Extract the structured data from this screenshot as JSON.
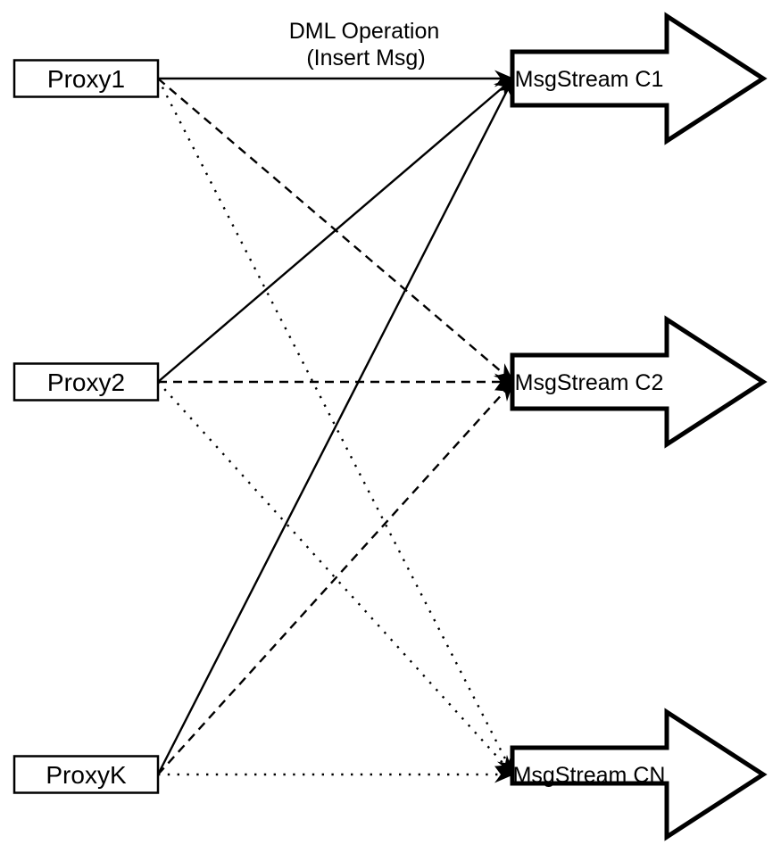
{
  "title": {
    "line1": "DML Operation",
    "line2": "(Insert Msg)"
  },
  "proxies": [
    {
      "id": "proxy1",
      "label": "Proxy1"
    },
    {
      "id": "proxy2",
      "label": "Proxy2"
    },
    {
      "id": "proxyk",
      "label": "ProxyK"
    }
  ],
  "streams": [
    {
      "id": "c1",
      "label": "MsgStream C1"
    },
    {
      "id": "c2",
      "label": "MsgStream C2"
    },
    {
      "id": "cn",
      "label": "MsgStream CN"
    }
  ],
  "edges": [
    {
      "from": "proxy1",
      "to": "c1",
      "style": "solid"
    },
    {
      "from": "proxy2",
      "to": "c1",
      "style": "solid"
    },
    {
      "from": "proxyk",
      "to": "c1",
      "style": "solid"
    },
    {
      "from": "proxy1",
      "to": "c2",
      "style": "dashed"
    },
    {
      "from": "proxy2",
      "to": "c2",
      "style": "dashed"
    },
    {
      "from": "proxyk",
      "to": "c2",
      "style": "dashed"
    },
    {
      "from": "proxy1",
      "to": "cn",
      "style": "dotted"
    },
    {
      "from": "proxy2",
      "to": "cn",
      "style": "dotted"
    },
    {
      "from": "proxyk",
      "to": "cn",
      "style": "dotted"
    }
  ],
  "colors": {
    "ink": "#000000",
    "background": "#ffffff",
    "shape_fill": "#ffffff"
  }
}
